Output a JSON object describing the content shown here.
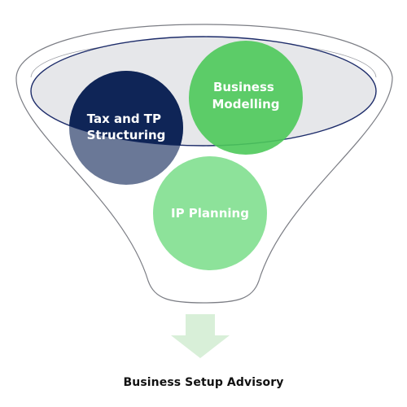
{
  "diagram": {
    "circles": [
      {
        "label_lines": [
          "Tax and TP",
          "Structuring"
        ],
        "color": "#0f2557"
      },
      {
        "label_lines": [
          "Business",
          "Modelling"
        ],
        "color": "#4cc95a"
      },
      {
        "label_lines": [
          "IP Planning"
        ],
        "color": "#8de29a"
      }
    ],
    "funnel_rim_color": "#1d2c6a",
    "funnel_top_fill": "#e6e7ea",
    "arrow_color": "#d8efd8",
    "outcome": "Business Setup Advisory"
  }
}
